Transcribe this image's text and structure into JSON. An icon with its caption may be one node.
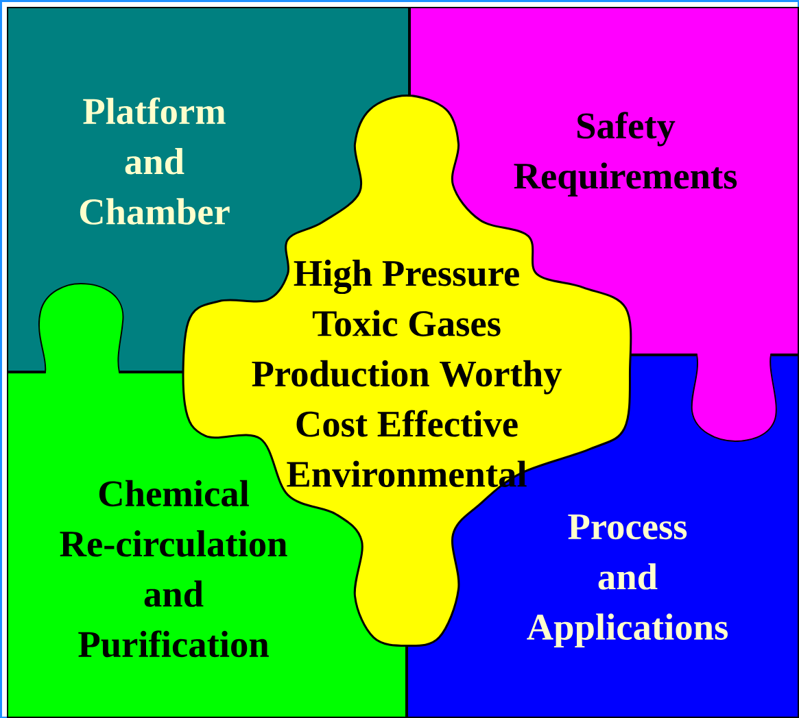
{
  "diagram": {
    "nodes": [
      {
        "text": [
          "Platform and Chamber"
        ]
      },
      {
        "text": [
          "Safety Requirements"
        ]
      },
      {
        "text": [
          "High Pressure",
          "Toxic Gases",
          "Production Worthy",
          "Cost Effective",
          "Environmental"
        ]
      },
      {
        "text": [
          "Chemical Re-circulation and Purification"
        ]
      },
      {
        "text": [
          "Process and Applications"
        ]
      }
    ]
  }
}
